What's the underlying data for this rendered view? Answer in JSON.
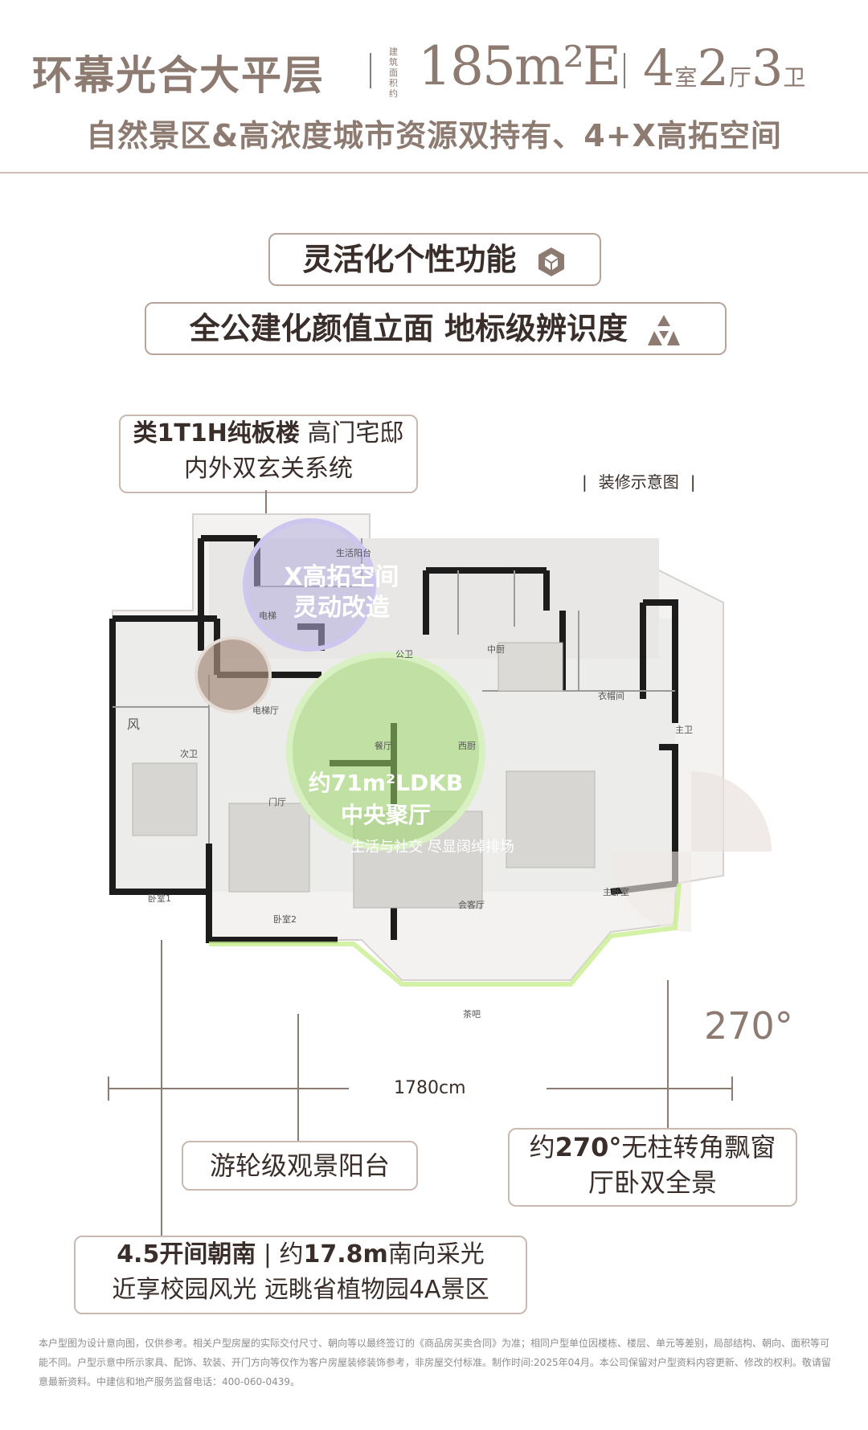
{
  "header": {
    "title": "环幕光合大平层",
    "area_caption": [
      "建",
      "筑",
      "面",
      "积",
      "约"
    ],
    "area_value": "185m²E",
    "rooms": {
      "n1": "4",
      "c1": "室",
      "n2": "2",
      "c2": "厅",
      "n3": "3",
      "c3": "卫"
    },
    "subtitle": "自然景区&高浓度城市资源双持有、4+X高拓空间"
  },
  "pills": {
    "feature1": "灵活化个性功能",
    "feature2": "全公建化颜值立面 地标级辨识度"
  },
  "callouts": {
    "top_line1_bold": "类1T1H纯板楼",
    "top_line1_rest": " 高门宅邸",
    "top_line2": "内外双玄关系统",
    "balcony": "游轮级观景阳台",
    "window_line1_pre": "约",
    "window_line1_bold": "270°",
    "window_line1_rest": "无柱转角飘窗",
    "window_line2": "厅卧双全景",
    "south_line1_bold": "4.5开间朝南",
    "south_line1_sep": " | ",
    "south_line1_pre": "约",
    "south_line1_bold2": "17.8m",
    "south_line1_rest": "南向采光",
    "south_line2": "近享校园风光 远眺省植物园4A景区"
  },
  "plan": {
    "note": "装修示意图",
    "x_space": {
      "line1": "X高拓空间",
      "line2": "灵动改造"
    },
    "ldkb": {
      "line1": "约71m²LDKB",
      "line2": "中央聚厅",
      "line3": "生活与社交 尽显阔绰排场"
    },
    "dimension": "1780cm",
    "angle": "270°",
    "rooms": {
      "life_balcony": "生活阳台",
      "elevator": "电梯",
      "elevator_hall": "电梯厅",
      "public_wc": "公卫",
      "kitchen": "中厨",
      "western_kitchen": "西厨",
      "dining": "餐厅",
      "wardrobe": "衣帽间",
      "master_bath": "主卫",
      "wind": "风",
      "second_bath": "次卫",
      "foyer": "门厅",
      "bedroom1": "卧室1",
      "bedroom2": "卧室2",
      "living": "会客厅",
      "master_bed": "主卧室",
      "tea_bar": "茶吧"
    }
  },
  "disclaimer": "本户型图为设计意向图，仅供参考。相关户型房屋的实际交付尺寸、朝向等以最终签订的《商品房买卖合同》为准；相同户型单位因楼栋、楼层、单元等差别，局部结构、朝向、面积等可能不同。户型示意中所示家具、配饰、软装、开门方向等仅作为客户房屋装修装饰参考，非房屋交付标准。制作时间:2025年04月。本公司保留对户型资料内容更新、修改的权利。敬请留意最新资料。中建信和地产服务监督电话：400-060-0439。",
  "colors": {
    "brand": "#8d7b72",
    "ring_purple": "#b7aee0",
    "ring_green": "#9ed86a",
    "border": "#c9b9b0"
  }
}
